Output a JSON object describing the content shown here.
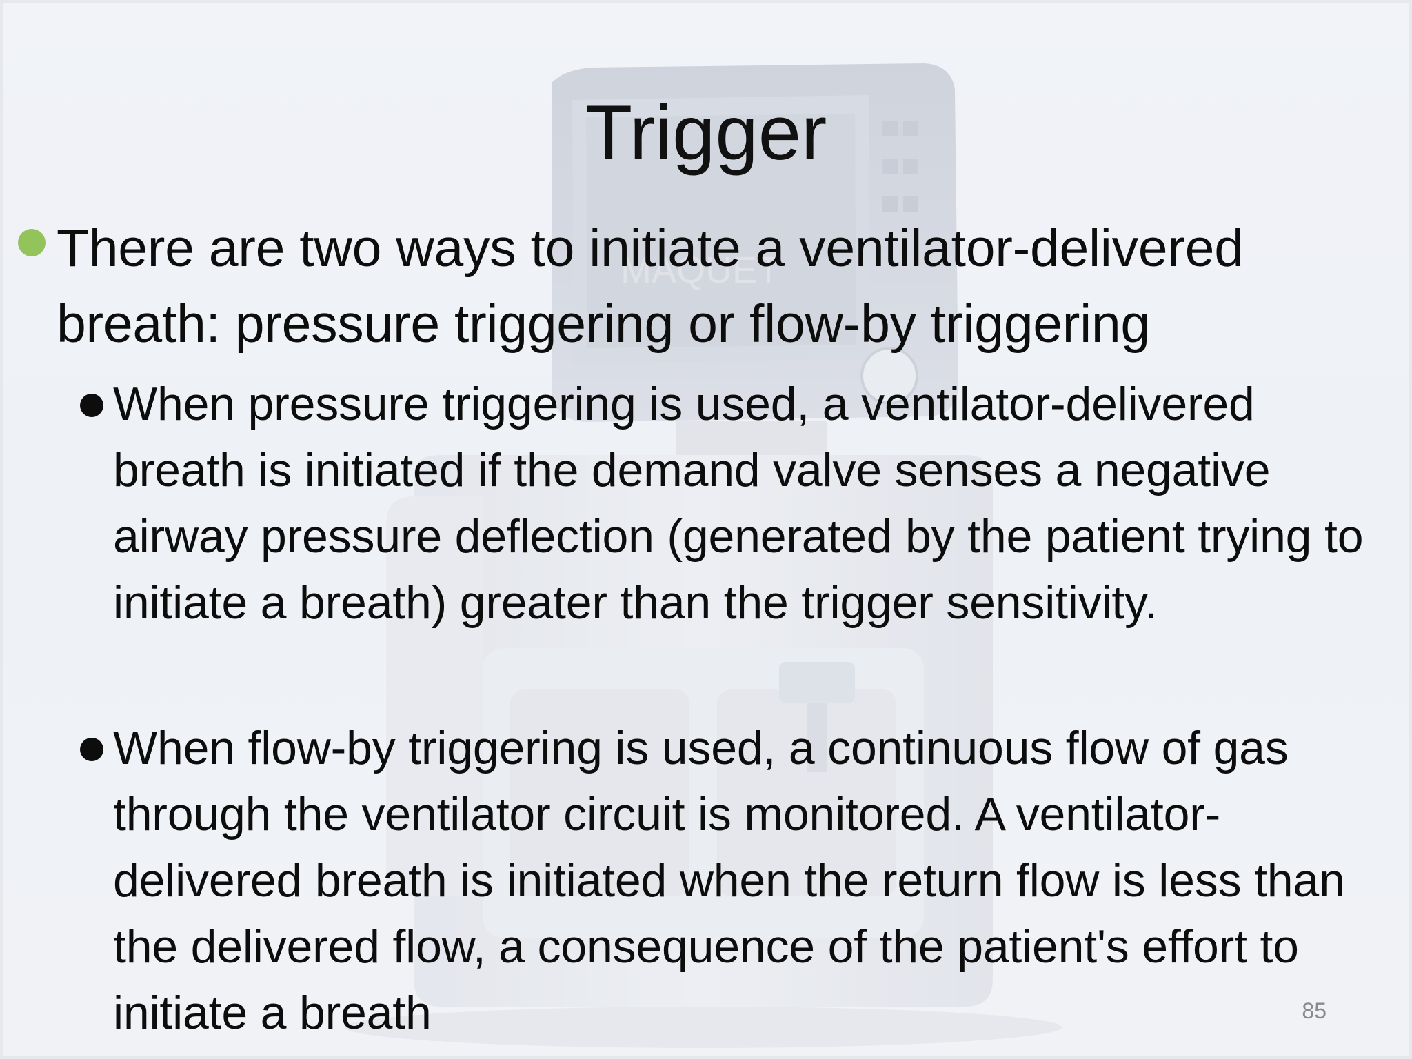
{
  "slide": {
    "title": "Trigger",
    "bullets": [
      {
        "text": "There are two ways to initiate a ventilator-delivered breath: pressure triggering or flow-by triggering",
        "sub_bullets": [
          "When pressure triggering is used, a ventilator-delivered breath is initiated if the demand valve senses a negative airway pressure deflection (generated by the patient trying to initiate a breath) greater than the trigger sensitivity.",
          "When flow-by triggering is used, a continuous flow of gas through the ventilator circuit is monitored. A ventilator-delivered breath is initiated when the return flow is less than the delivered flow, a consequence of the patient's effort to initiate a breath"
        ]
      }
    ],
    "page_number": "85",
    "background_image": {
      "depicts": "ventilator",
      "logo_text": "MAQUET"
    }
  },
  "colors": {
    "background": "#eef1f6",
    "text": "#0d0d0d",
    "level1_bullet": "#93c35b",
    "level2_bullet": "#0d0d0d",
    "page_number": "#8a8a8a"
  },
  "icons": {
    "level1_bullet": "green-dot-bullet-icon",
    "level2_bullet": "black-dot-bullet-icon"
  }
}
